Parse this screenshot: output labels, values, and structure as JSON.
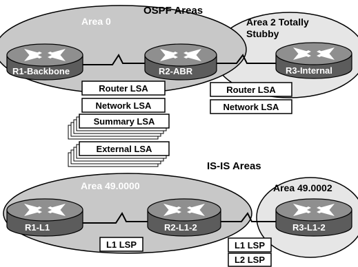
{
  "ospf": {
    "title": "OSPF Areas",
    "area0": "Area 0",
    "area2_line1": "Area 2 Totally",
    "area2_line2": "Stubby",
    "routers": {
      "r1": "R1-Backbone",
      "r2": "R2-ABR",
      "r3": "R3-Internal"
    },
    "lsa_left": [
      "Router LSA",
      "Network LSA",
      "Summary LSA",
      "External LSA"
    ],
    "lsa_right": [
      "Router LSA",
      "Network LSA"
    ]
  },
  "isis": {
    "title": "IS-IS Areas",
    "area_left": "Area 49.0000",
    "area_right": "Area 49.0002",
    "routers": {
      "r1": "R1-L1",
      "r2": "R2-L1-2",
      "r3": "R3-L1-2"
    },
    "lsp_left": [
      "L1 LSP"
    ],
    "lsp_right": [
      "L1 LSP",
      "L2 LSP"
    ]
  },
  "colors": {
    "area_main": "#c8c8c8",
    "area_alt": "#e6e6e6",
    "router_top": "#8f8f8f",
    "router_side": "#5c5c5c",
    "stroke": "#000000"
  }
}
